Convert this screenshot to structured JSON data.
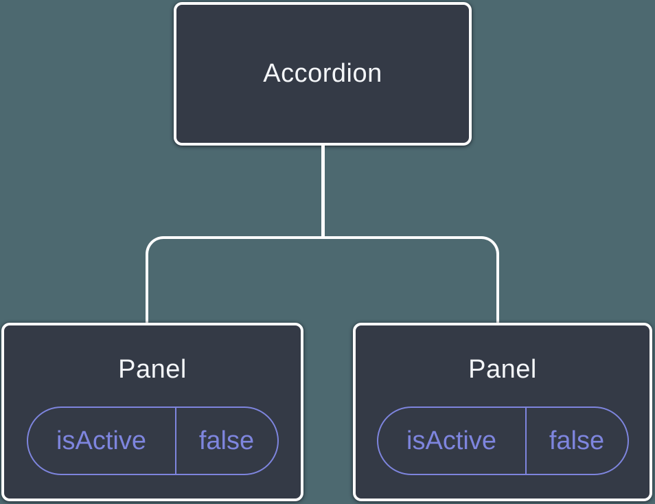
{
  "diagram": {
    "title": "component-state-tree",
    "root": {
      "label": "Accordion"
    },
    "children": [
      {
        "label": "Panel",
        "state": {
          "key": "isActive",
          "value": "false"
        }
      },
      {
        "label": "Panel",
        "state": {
          "key": "isActive",
          "value": "false"
        }
      }
    ],
    "colors": {
      "background": "#4d6970",
      "node_fill": "#343a46",
      "node_border": "#ffffff",
      "node_text": "#f4f6f9",
      "connector": "#ffffff",
      "state_accent": "#7e85de"
    }
  }
}
